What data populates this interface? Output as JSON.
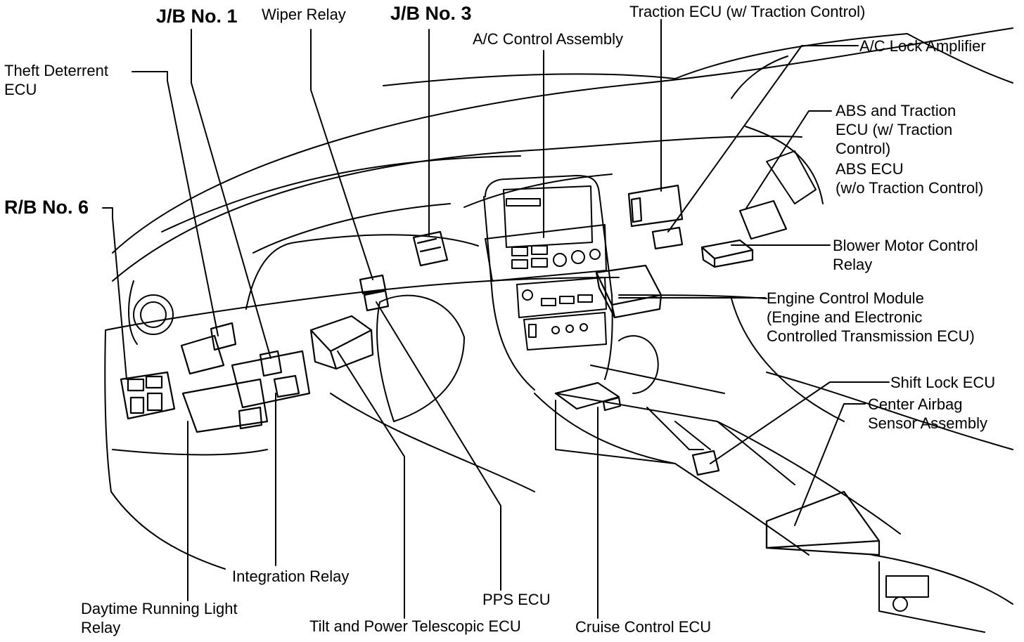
{
  "labels": {
    "jb_no1": "J/B No. 1",
    "wiper_relay": "Wiper Relay",
    "jb_no3": "J/B No. 3",
    "traction_ecu": "Traction ECU (w/ Traction Control)",
    "ac_control_assembly": "A/C Control Assembly",
    "ac_lock_amplifier": "A/C Lock Amplifier",
    "theft_deterrent_ecu": "Theft Deterrent\nECU",
    "abs_traction_ecu": "ABS and Traction\nECU (w/ Traction\nControl)",
    "abs_ecu": "ABS ECU\n(w/o Traction Control)",
    "rb_no6": "R/B No. 6",
    "blower_motor_control_relay": "Blower Motor Control\nRelay",
    "engine_control_module": "Engine Control Module\n(Engine and Electronic\nControlled Transmission ECU)",
    "shift_lock_ecu": "Shift Lock ECU",
    "center_airbag_sensor": "Center Airbag\nSensor Assembly",
    "integration_relay": "Integration Relay",
    "pps_ecu": "PPS ECU",
    "daytime_running_light_relay": "Daytime Running Light\nRelay",
    "tilt_power_telescopic_ecu": "Tilt and Power Telescopic ECU",
    "cruise_control_ecu": "Cruise Control ECU"
  }
}
